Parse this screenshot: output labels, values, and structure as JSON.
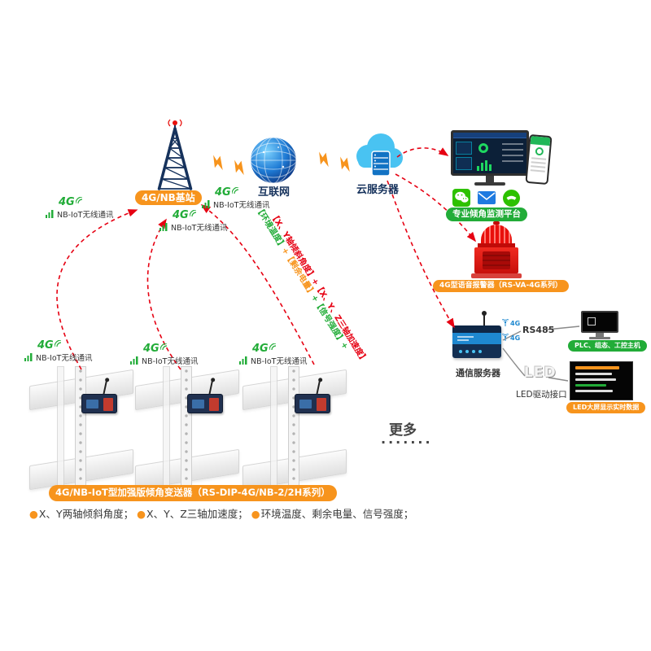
{
  "colors": {
    "orange": "#f7941d",
    "green": "#22ac38",
    "red": "#e60012",
    "navy": "#16325c",
    "blue": "#1e88d0"
  },
  "top": {
    "base_station_label": "4G/NB基站",
    "internet_label": "互联网",
    "cloud_label": "云服务器"
  },
  "wireless": {
    "g4": "4G",
    "label": "NB-IoT无线通讯"
  },
  "platform": {
    "label": "专业倾角监测平台"
  },
  "alarm": {
    "label": "4G型语音报警器（RS-VA-4G系列）"
  },
  "comm": {
    "label": "通信服务器",
    "g4": "4G",
    "rs485": "RS485",
    "plc_label": "PLC、组态、工控主机",
    "led_text": "LED",
    "led_port_label": "LED驱动接口",
    "led_screen_label": "LED大屏显示实时数据"
  },
  "flows": {
    "seg1": "【环境温度】",
    "seg2": "+【剩余电量】",
    "seg3": "+【信号强度】+",
    "red": "【X、Y轴倾斜角度】+【X、Y、Z三轴加速度】"
  },
  "sensors": {
    "banner": "4G/NB-IoT型加强版倾角变送器（RS-DIP-4G/NB-2/2H系列）",
    "more": "更多",
    "dots": "·······",
    "features": [
      {
        "bullet": "●",
        "text": "X、Y两轴倾斜角度；"
      },
      {
        "bullet": "●",
        "text": "X、Y、Z三轴加速度；"
      },
      {
        "bullet": "●",
        "text": "环境温度、剩余电量、信号强度；"
      }
    ]
  },
  "icons": {
    "tower": "cell-tower-icon",
    "globe": "internet-globe-icon",
    "cloud": "cloud-server-icon",
    "wechat": "wechat-icon",
    "email": "email-icon",
    "phone": "phone-call-icon",
    "signal": "signal-bars-icon",
    "antenna": "antenna-icon",
    "lightning": "lightning-bolt-icon"
  }
}
